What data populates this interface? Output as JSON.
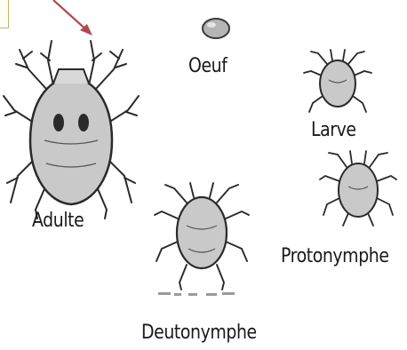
{
  "labels": {
    "oeuf": "Oeuf",
    "larve": "Larve",
    "adulte": "Adulte",
    "protonymphe": "Protonymphe",
    "deutonymphe": "Deutonymphe"
  },
  "colors": {
    "body_fill": "#c9c9c9",
    "outline": "#2a2a2a",
    "arrow": "#b04a52",
    "egg_fill": "#b5b5b5"
  }
}
